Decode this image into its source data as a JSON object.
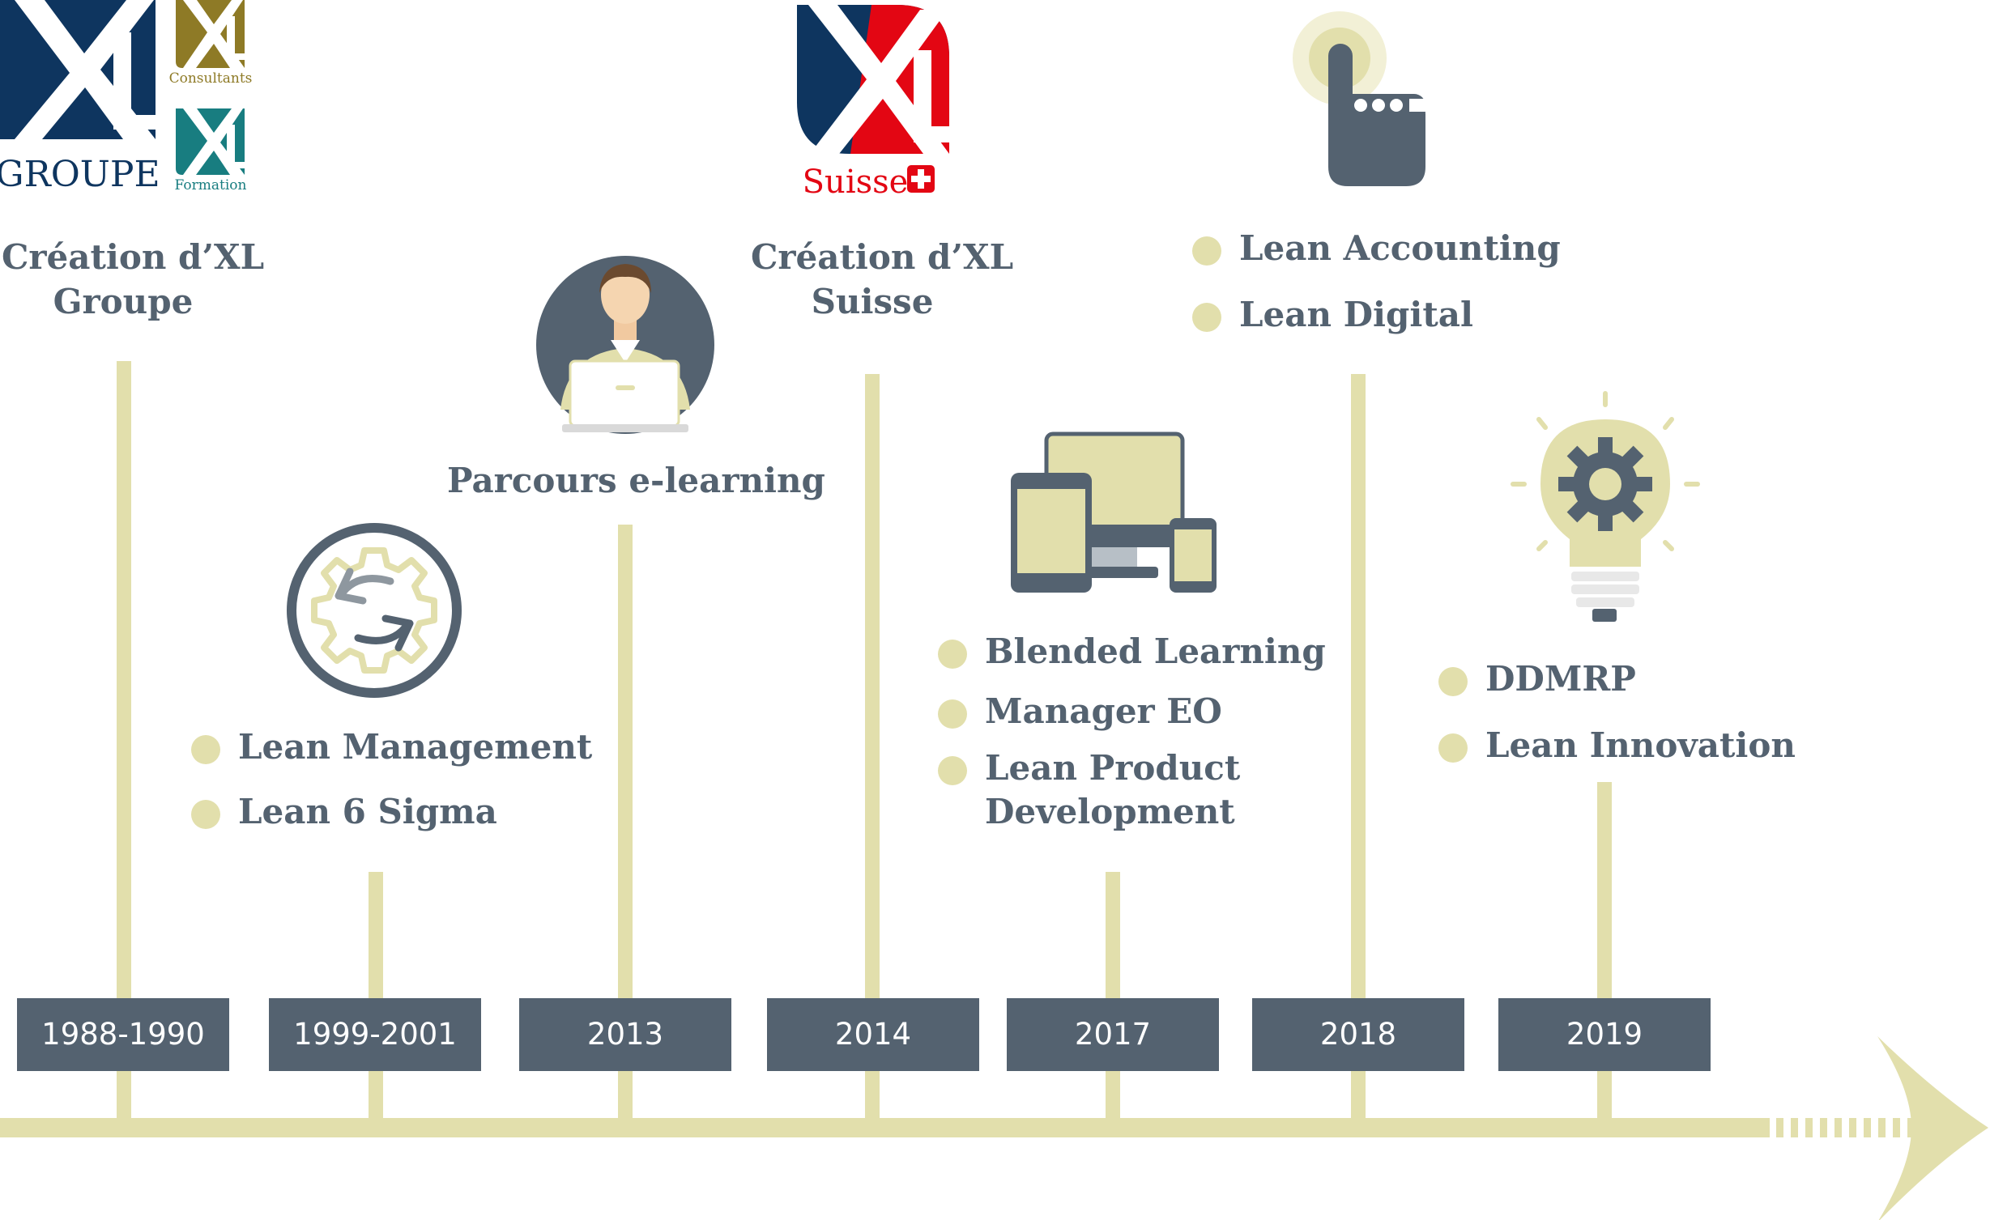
{
  "colors": {
    "line": "#e2dfac",
    "box": "#546270",
    "text": "#546270",
    "navy": "#0e355f",
    "red": "#e30613",
    "gold": "#8e7a26",
    "teal": "#187d80",
    "screen": "#e2dfac"
  },
  "logos": {
    "groupe_caption": "GROUPE",
    "consultants_caption": "Consultants",
    "formation_caption": "Formation",
    "suisse_caption": "Suisse",
    "monogram": "XL"
  },
  "milestones": [
    {
      "year": "1988-1990",
      "title_lines": [
        "Création d’XL",
        "Groupe"
      ],
      "items": []
    },
    {
      "year": "1999-2001",
      "title_lines": [],
      "items": [
        "Lean Management",
        "Lean 6 Sigma"
      ]
    },
    {
      "year": "2013",
      "title_lines": [
        "Parcours e-learning"
      ],
      "items": []
    },
    {
      "year": "2014",
      "title_lines": [
        "Création d’XL",
        "Suisse"
      ],
      "items": []
    },
    {
      "year": "2017",
      "title_lines": [],
      "items": [
        "Blended Learning",
        "Manager EO",
        "Lean Product Development"
      ]
    },
    {
      "year": "2018",
      "title_lines": [],
      "items": [
        "Lean Accounting",
        "Lean Digital"
      ]
    },
    {
      "year": "2019",
      "title_lines": [],
      "items": [
        "DDMRP",
        "Lean Innovation"
      ]
    }
  ],
  "icons": [
    "xl-groupe-logo",
    "gear-cycle-icon",
    "elearning-person-icon",
    "xl-suisse-logo",
    "devices-icon",
    "pointer-hand-icon",
    "lightbulb-gear-icon"
  ]
}
